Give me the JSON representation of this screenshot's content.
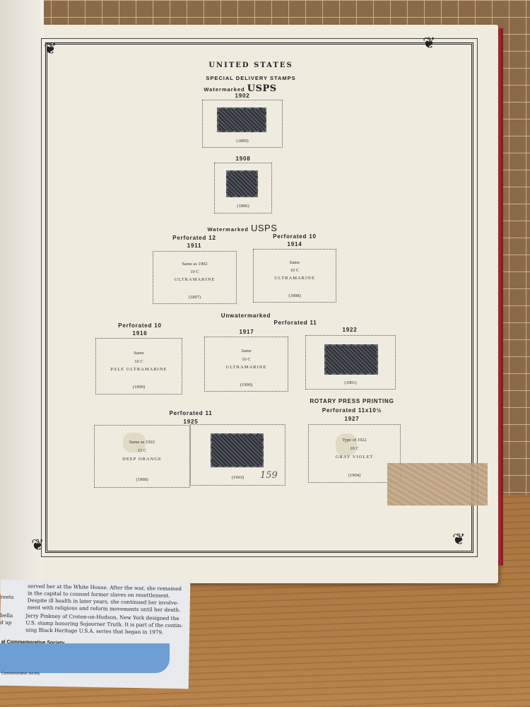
{
  "album_page": {
    "title": "UNITED STATES",
    "subtitle": "SPECIAL DELIVERY STAMPS",
    "watermarked_label": "Watermarked",
    "watermark_usps_double": "USPS",
    "watermark_usps_single": "USPS",
    "sections": {
      "y1902": {
        "year": "1902",
        "catalog": "(1899)"
      },
      "y1908": {
        "year": "1908",
        "catalog": "(1896)"
      },
      "y1911": {
        "perf": "Perforated 12",
        "year": "1911",
        "line1": "Same as 1902",
        "line2": "10 C",
        "line3": "ULTRAMARINE",
        "catalog": "(1897)"
      },
      "y1914": {
        "perf": "Perforated 10",
        "year": "1914",
        "line1": "Same",
        "line2": "10 C",
        "line3": "ULTRAMARINE",
        "catalog": "(1898)"
      },
      "unwatermarked": "Unwatermarked",
      "y1916": {
        "perf": "Perforated 10",
        "year": "1916",
        "line1": "Same",
        "line2": "10 C",
        "line3": "PALE ULTRAMARINE",
        "catalog": "(1899)"
      },
      "perf11_label": "Perforated 11",
      "y1917": {
        "year": "1917",
        "line1": "Same",
        "line2": "10 C",
        "line3": "ULTRAMARINE",
        "catalog": "(1900)"
      },
      "y1922": {
        "year": "1922",
        "catalog": "(1901)"
      },
      "y1925": {
        "perf": "Perforated 11",
        "year": "1925",
        "line1": "Same as 1922",
        "line2": "15 C",
        "line3": "DEEP ORANGE",
        "catalog_left": "(1908)",
        "catalog_right": "(1903)"
      },
      "y1927": {
        "heading": "ROTARY PRESS PRINTING",
        "perf": "Perforated 11x10½",
        "year": "1927",
        "line1": "Type of 1922",
        "line2": "10 C",
        "line3": "GRAY VIOLET",
        "catalog": "(1904)"
      }
    },
    "handwritten_note": "159"
  },
  "leaflet": {
    "lines": [
      "served her at the White House. After the war, she remained",
      "in the capital to counsel former slaves on resettlement.",
      "Despite ill health in later years, she continued her involve-",
      "ment with religious and reform movements until her death.",
      "Jerry Pinkney of Croton-on-Hudson, New York designed the",
      "U.S. stamp honoring Sojourner Truth. It is part of the contin-",
      "uing Black Heritage U.S.A. series that began in 1979."
    ],
    "side_words": [
      "reets",
      "bella",
      "d up"
    ],
    "society_1": "al Commemorative Society",
    "society_2": "Commemorative Society",
    "accent_color": "#6e9fd4"
  }
}
